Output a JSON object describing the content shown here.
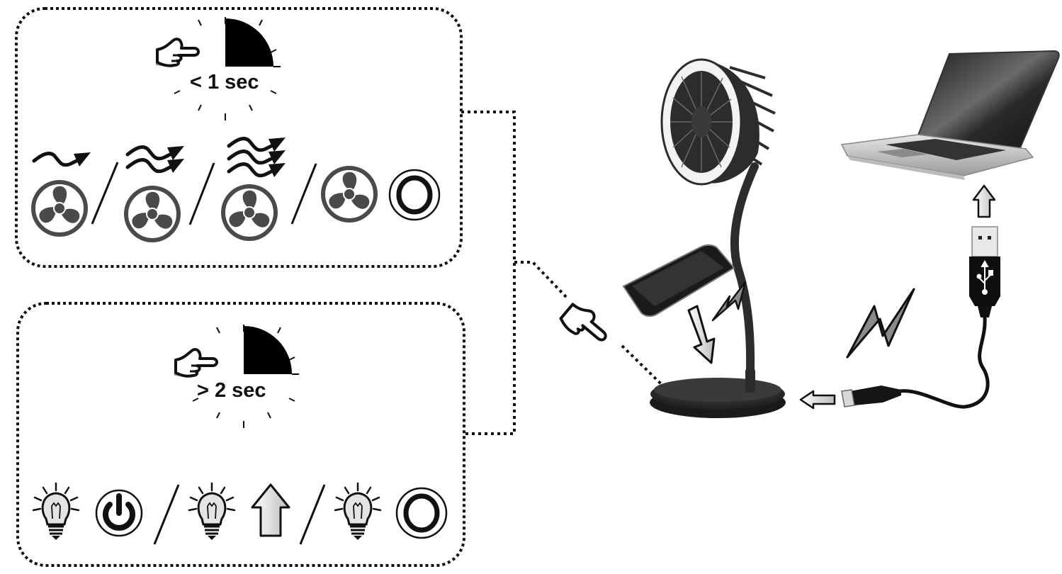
{
  "panels": {
    "short_press": {
      "duration_label": "< 1 sec",
      "sequence": [
        {
          "icon": "fan-low-speed-icon",
          "airflow_waves": 1
        },
        {
          "icon": "fan-medium-speed-icon",
          "airflow_waves": 2
        },
        {
          "icon": "fan-high-speed-icon",
          "airflow_waves": 3
        },
        {
          "icon": "fan-off-icon",
          "airflow_waves": 0
        }
      ],
      "end_icon": "off-circle-icon",
      "separator": "/"
    },
    "long_press": {
      "duration_label": "> 2 sec",
      "sequence": [
        {
          "icon": "light-bulb-icon",
          "action": "power-icon"
        },
        {
          "icon": "light-bulb-icon",
          "action": "brightness-up-arrow-icon"
        },
        {
          "icon": "light-bulb-icon",
          "action": "off-circle-icon"
        }
      ],
      "separator": "/"
    }
  },
  "scene": {
    "device": "desk-fan-with-ring-light-and-wireless-charging-base",
    "phone": "smartphone-on-charging-pad",
    "source": "laptop",
    "cable": "usb-a-to-micro-usb-cable",
    "power_symbol": "lightning-bolt-icon"
  },
  "colors": {
    "ink": "#111111",
    "fan_icon_gray": "#4a4a4a",
    "arrow_fill": "#d8d8d8",
    "bolt_fill": "#8a8a8a",
    "ring_light": "#f2f2f2",
    "device_body": "#2c2c2e"
  }
}
